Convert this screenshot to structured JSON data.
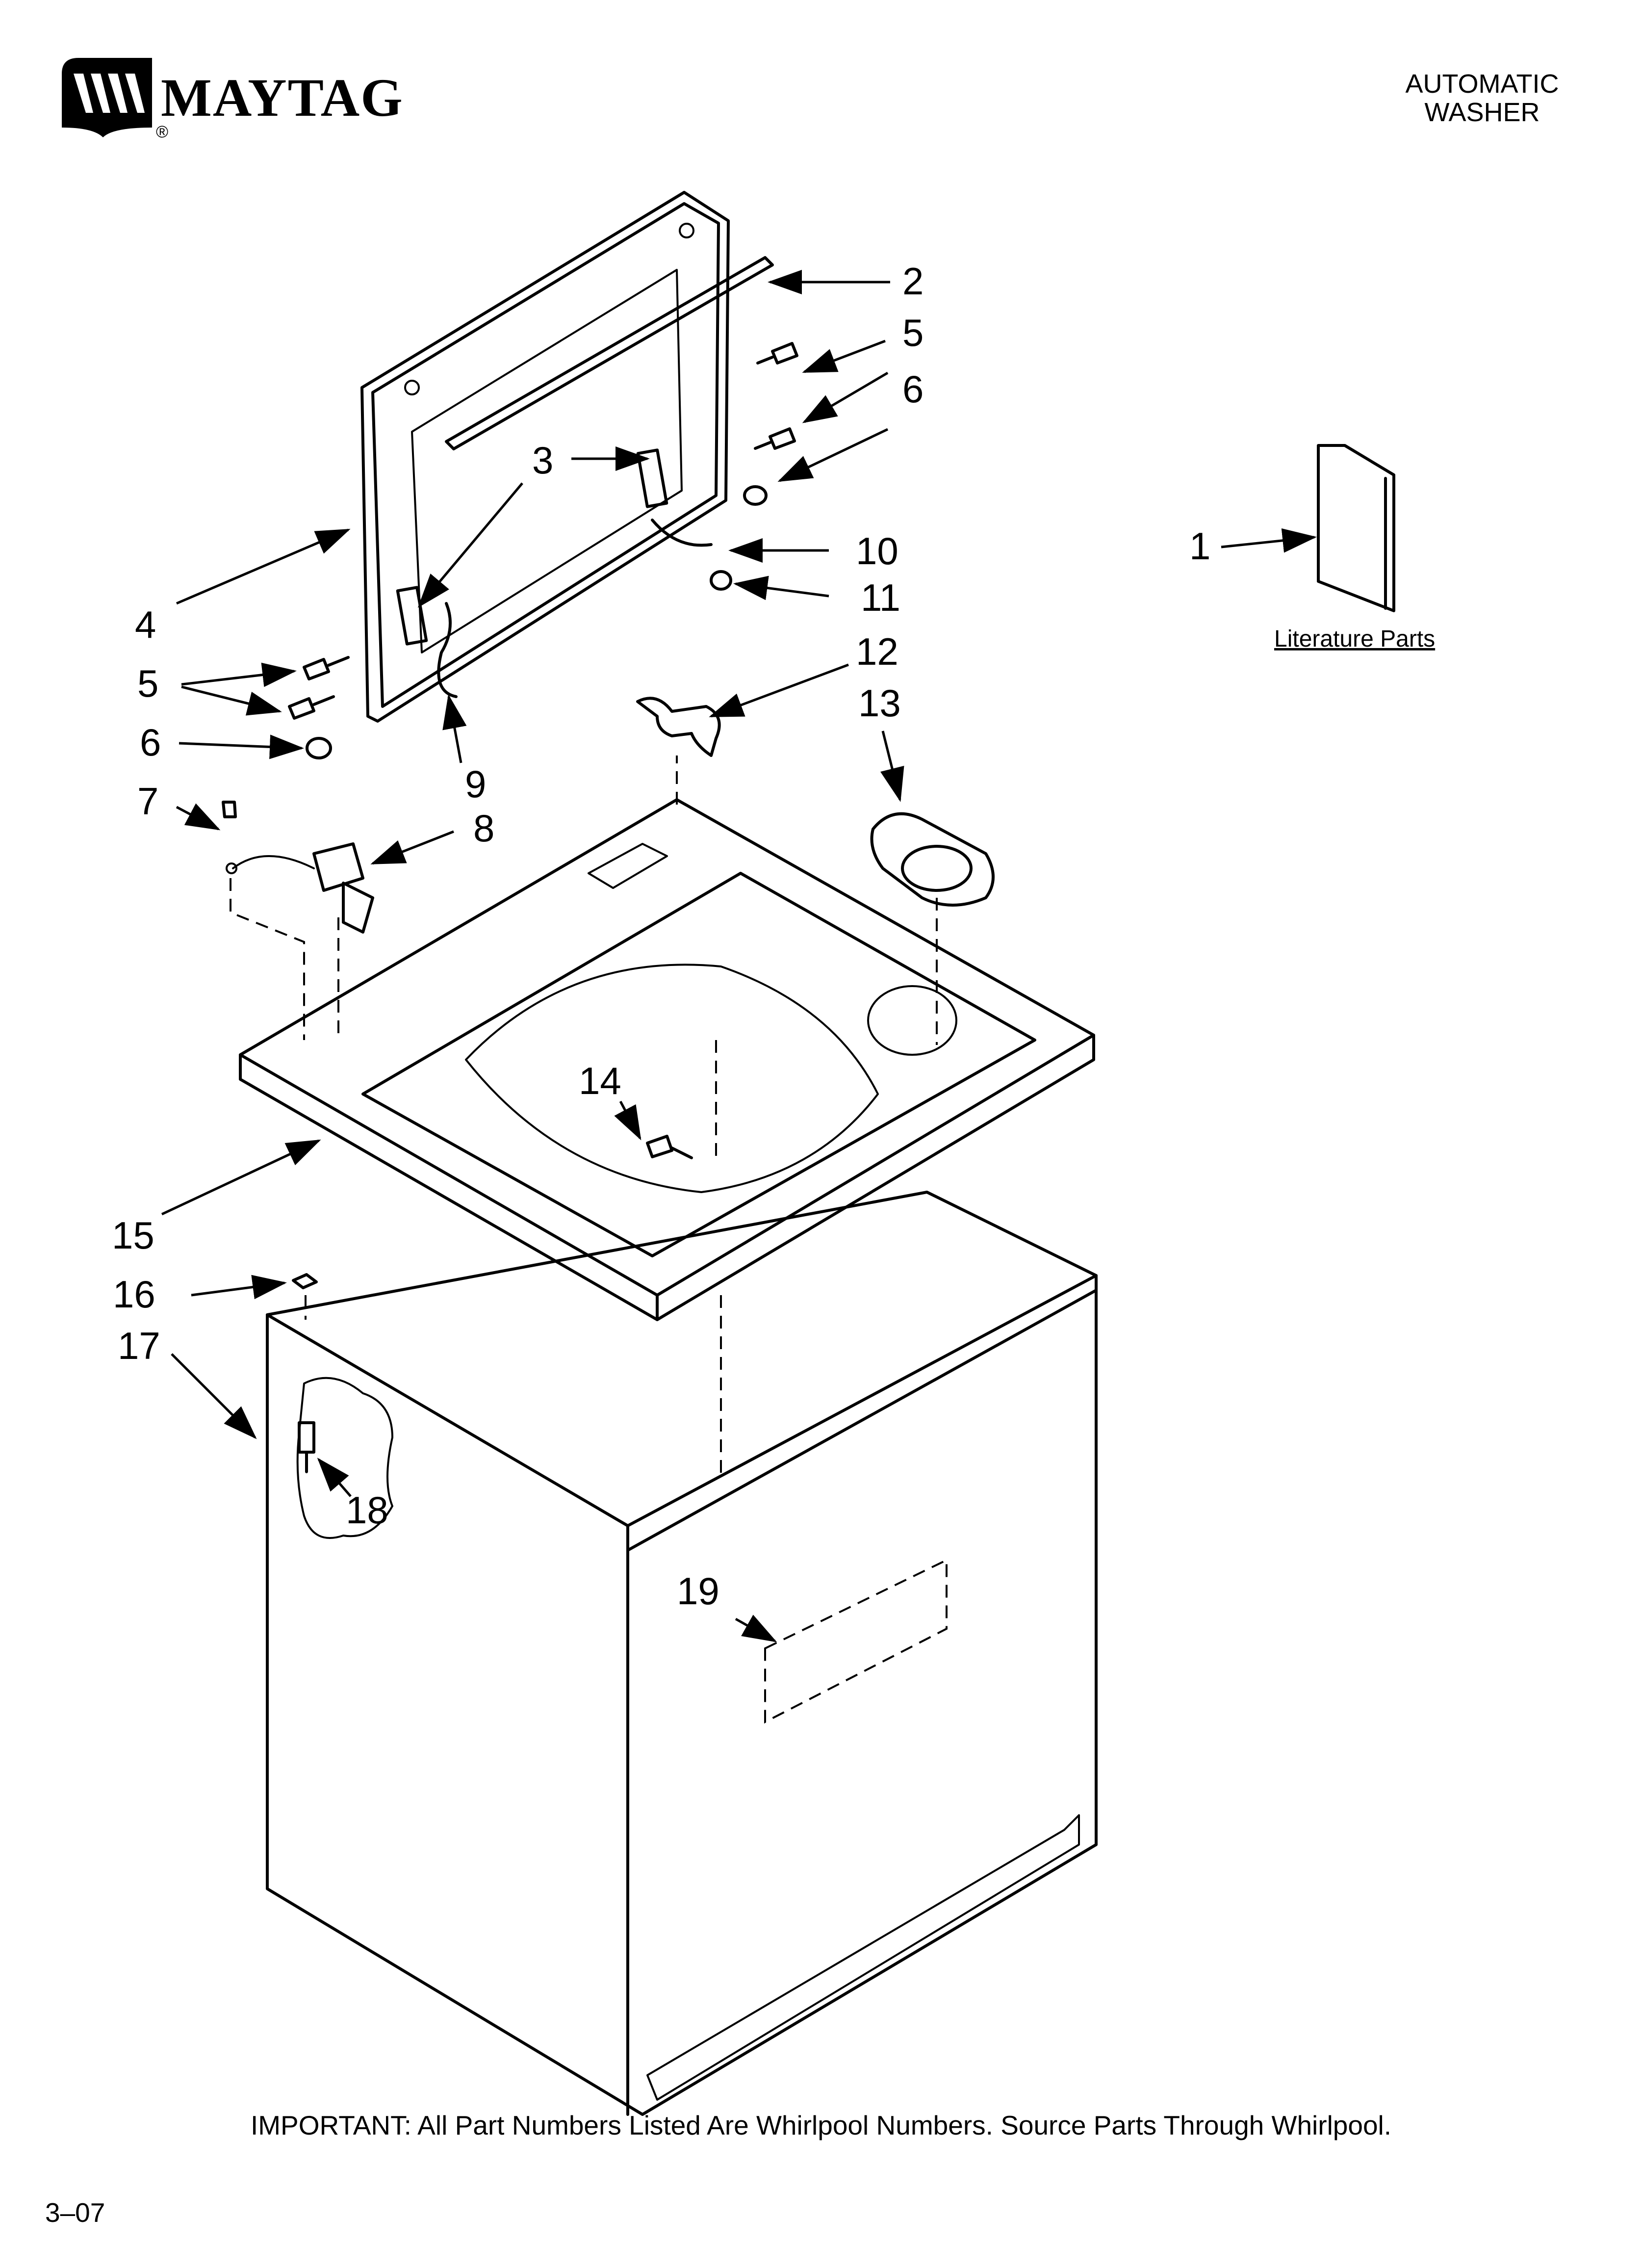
{
  "header": {
    "brand": "MAYTAG",
    "registered_mark": "®",
    "title_line1": "AUTOMATIC",
    "title_line2": "WASHER"
  },
  "callouts": {
    "c1": "1",
    "c2": "2",
    "c3": "3",
    "c4": "4",
    "c5a": "5",
    "c5b": "5",
    "c6a": "6",
    "c6b": "6",
    "c7": "7",
    "c8": "8",
    "c9": "9",
    "c10": "10",
    "c11": "11",
    "c12": "12",
    "c13": "13",
    "c14": "14",
    "c15": "15",
    "c16": "16",
    "c17": "17",
    "c18": "18",
    "c19": "19"
  },
  "literature_parts_label": "Literature Parts",
  "footer": {
    "note": "IMPORTANT: All Part Numbers Listed Are Whirlpool Numbers. Source Parts Through Whirlpool.",
    "code": "3–07"
  }
}
